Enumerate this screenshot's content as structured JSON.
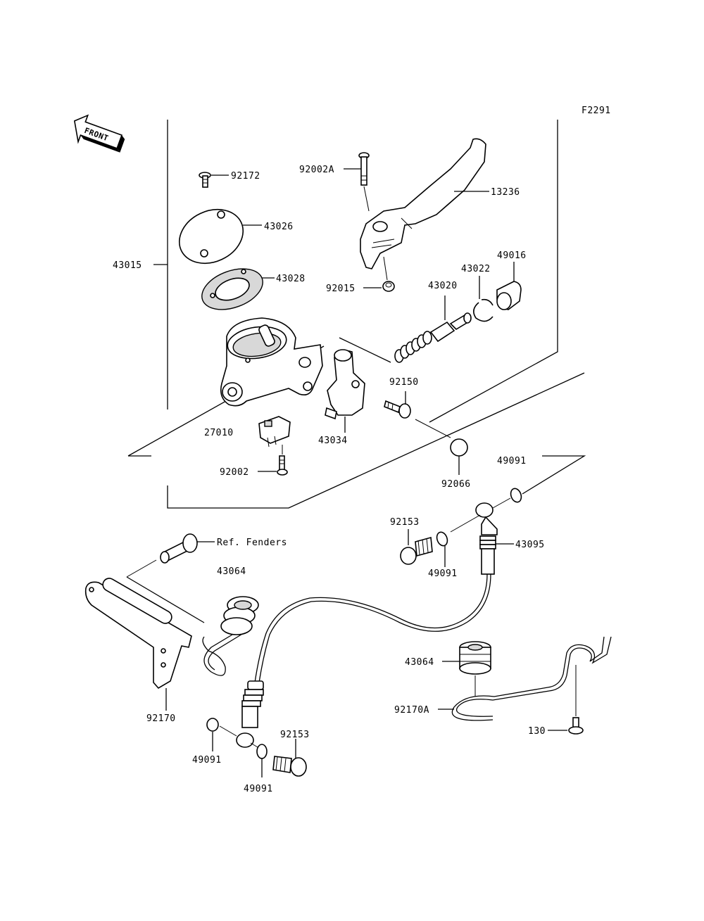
{
  "figure_code": "F2291",
  "front_label": "FRONT",
  "labels": {
    "p92172": "92172",
    "p43026": "43026",
    "p43015": "43015",
    "p43028": "43028",
    "p92002A": "92002A",
    "p13236": "13236",
    "p92015": "92015",
    "p49016": "49016",
    "p43022": "43022",
    "p43020": "43020",
    "p92150": "92150",
    "p27010": "27010",
    "p43034": "43034",
    "p92002": "92002",
    "p92066": "92066",
    "p49091a": "49091",
    "p92153a": "92153",
    "p43095": "43095",
    "p49091b": "49091",
    "pRef": "Ref. Fenders",
    "p43064a": "43064",
    "p43064b": "43064",
    "p92170A": "92170A",
    "p130": "130",
    "p92170": "92170",
    "p92153b": "92153",
    "p49091c": "49091",
    "p49091d": "49091"
  }
}
